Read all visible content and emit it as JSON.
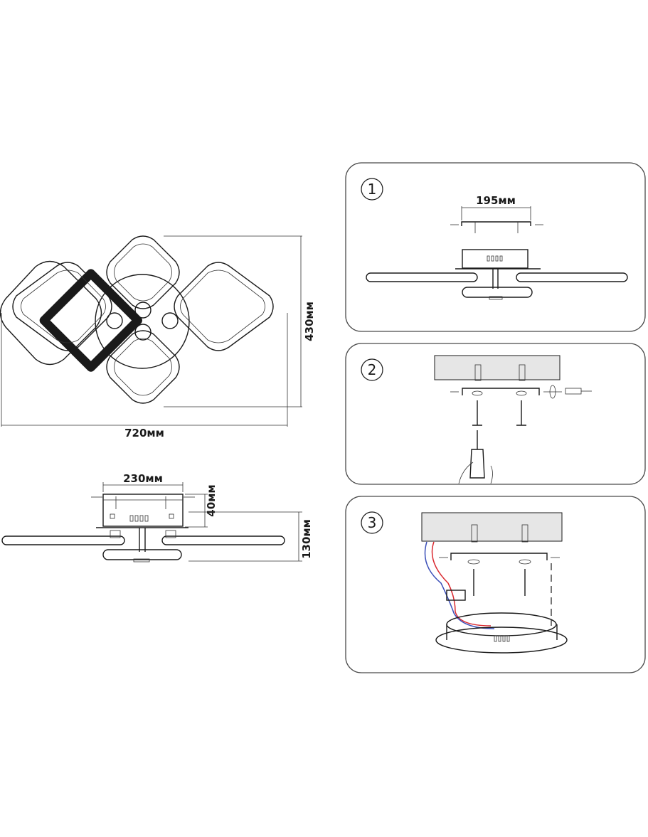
{
  "dimensions": {
    "top_width": "720мм",
    "top_height": "430мм",
    "side_base_width": "230мм",
    "side_base_height": "40мм",
    "side_total_height": "130мм",
    "step1_bracket_width": "195мм"
  },
  "steps": [
    {
      "number": "1"
    },
    {
      "number": "2"
    },
    {
      "number": "3"
    }
  ],
  "colors": {
    "line": "#1a1a1a",
    "panel_border": "#4a4a4a",
    "wire_red": "#d9282f",
    "wire_blue": "#3b4fb8",
    "ceiling_fill": "#e6e6e6"
  }
}
